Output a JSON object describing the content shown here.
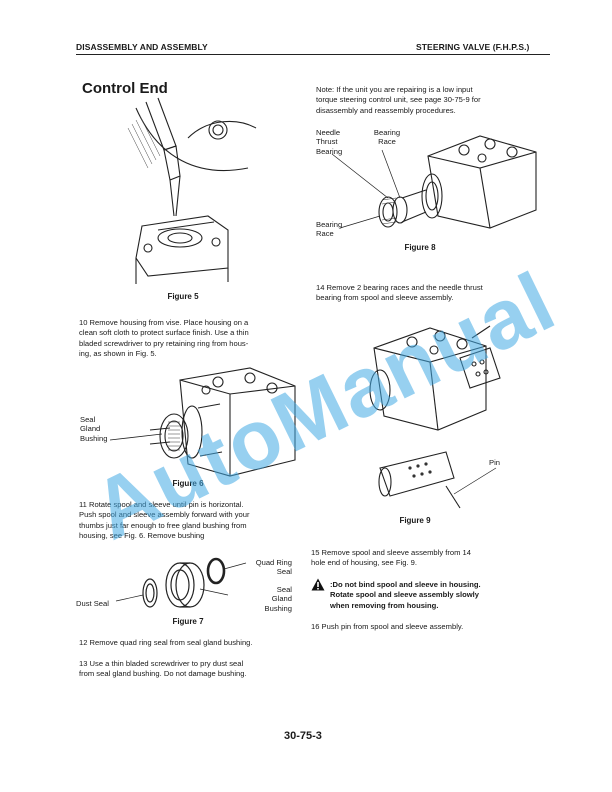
{
  "header": {
    "left": "DISASSEMBLY AND ASSEMBLY",
    "right": "STEERING VALVE (F.H.P.S.)"
  },
  "section_title": "Control End",
  "note": {
    "line1": "Note: If the unit you are repairing is a low input",
    "line2": "torque steering control unit, see page 30-75-9 for",
    "line3": "disassembly and reassembly procedures."
  },
  "figures": {
    "fig5": {
      "caption": "Figure 5"
    },
    "fig6": {
      "caption": "Figure 6",
      "labels": {
        "l1": "Seal",
        "l2": "Gland",
        "l3": "Bushing"
      }
    },
    "fig7": {
      "caption": "Figure 7",
      "labels": {
        "quad1": "Quad Ring",
        "quad2": "Seal",
        "gland1": "Seal",
        "gland2": "Gland",
        "gland3": "Bushing",
        "dust": "Dust Seal"
      }
    },
    "fig8": {
      "caption": "Figure 8",
      "labels": {
        "needle1": "Needle",
        "needle2": "Thrust",
        "needle3": "Bearing",
        "race_top1": "Bearing",
        "race_top2": "Race",
        "race_bot1": "Bearing",
        "race_bot2": "Race"
      }
    },
    "fig9": {
      "caption": "Figure 9",
      "labels": {
        "pin": "Pin"
      }
    }
  },
  "steps": {
    "s10": {
      "l1": "10    Remove housing from vise. Place housing on a",
      "l2": "clean soft cloth to protect surface finish. Use a thin",
      "l3": "bladed screwdriver to pry retaining ring from hous-",
      "l4": "ing, as shown in Fig. 5."
    },
    "s11": {
      "l1": "11    Rotate spool and sleeve until pin is horizontal.",
      "l2": "Push spool and sleeve assembly forward with your",
      "l3": "thumbs just far enough to free gland bushing from",
      "l4": "housing, see Fig. 6. Remove bushing"
    },
    "s12": {
      "l1": "12    Remove quad ring seal from seal gland bushing."
    },
    "s13": {
      "l1": "13    Use a thin bladed screwdriver to pry dust seal",
      "l2": "from seal gland bushing. Do not damage bushing."
    },
    "s14": {
      "l1": "14    Remove 2 bearing races and the needle thrust",
      "l2": "bearing from spool and sleeve assembly."
    },
    "s15": {
      "l1": "15    Remove spool and sleeve assembly from 14",
      "l2": "hole end of housing, see Fig. 9."
    },
    "warning": {
      "l1": ":Do not bind spool and sleeve in housing.",
      "l2": "Rotate spool and sleeve assembly slowly",
      "l3": "when removing from housing."
    },
    "s16": {
      "l1": "16    Push pin from spool and sleeve assembly."
    }
  },
  "page_number": "30-75-3",
  "watermark": "AutoManual",
  "colors": {
    "watermark": "#42aae4",
    "ink": "#1a1a1a"
  }
}
